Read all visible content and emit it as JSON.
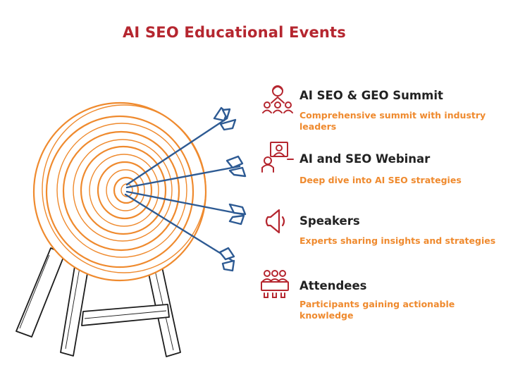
{
  "title": "AI SEO Educational Events",
  "colors": {
    "title": "#b5262f",
    "icon": "#b5262f",
    "heading": "#222222",
    "description": "#ef8a2e",
    "target_ring": "#ef8a2e",
    "arrow": "#2d5a93"
  },
  "items": [
    {
      "label": "AI SEO & GEO Summit",
      "description": "Comprehensive summit with industry leaders",
      "icon": "summit-group-icon"
    },
    {
      "label": "AI and SEO Webinar",
      "description": "Deep dive into AI SEO strategies",
      "icon": "webinar-presenter-icon"
    },
    {
      "label": "Speakers",
      "description": "Experts sharing insights and strategies",
      "icon": "megaphone-icon"
    },
    {
      "label": "Attendees",
      "description": "Participants gaining actionable knowledge",
      "icon": "audience-icon"
    }
  ]
}
